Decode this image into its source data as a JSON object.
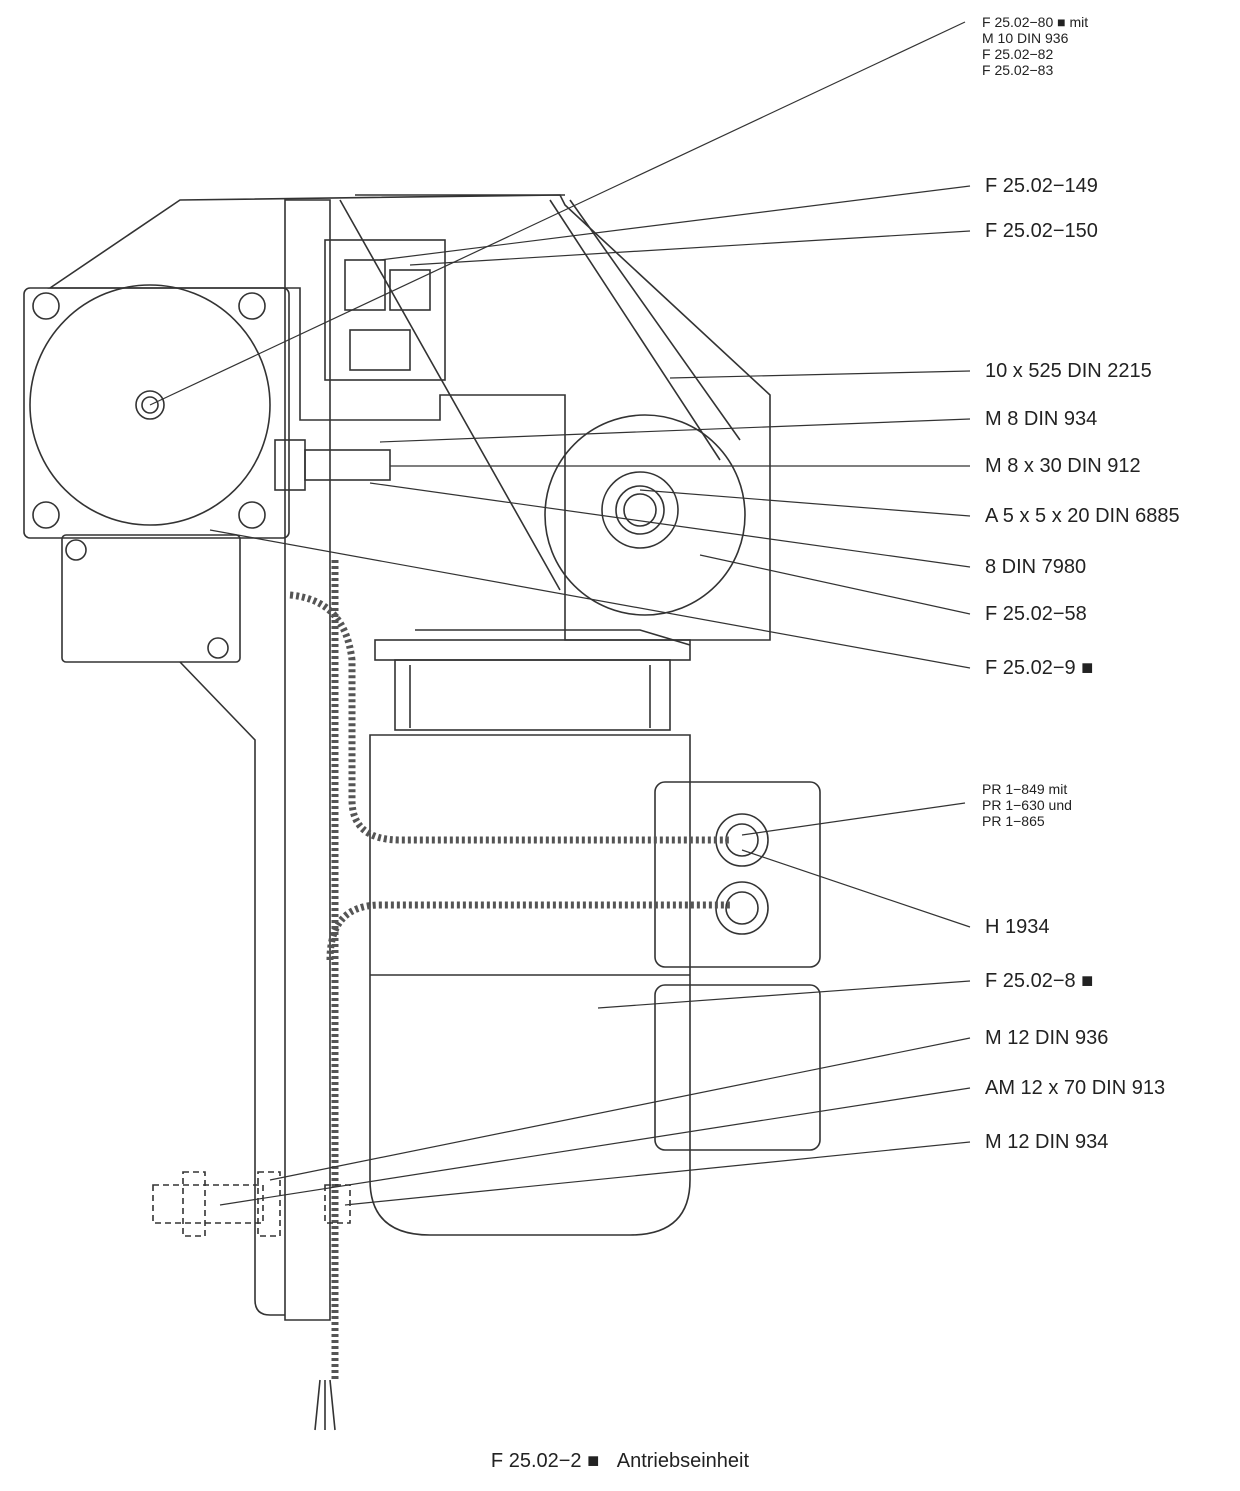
{
  "group_top": [
    "F 25.02−80 ■ mit",
    "M 10 DIN 936",
    "F 25.02−82",
    "F 25.02−83"
  ],
  "group_mid": [
    "PR 1−849 mit",
    "PR 1−630 und",
    "PR 1−865"
  ],
  "labels": [
    "F 25.02−149",
    "F 25.02−150",
    "10 x 525 DIN 2215",
    "M 8 DIN 934",
    "M 8 x 30 DIN 912",
    "A 5 x 5 x 20 DIN 6885",
    "8 DIN 7980",
    "F 25.02−58",
    "F 25.02−9 ■",
    "H 1934",
    "F 25.02−8 ■",
    "M 12 DIN 936",
    "AM 12 x 70 DIN 913",
    "M 12 DIN 934"
  ],
  "caption": {
    "code": "F 25.02−2 ■",
    "title": "Antriebseinheit"
  }
}
